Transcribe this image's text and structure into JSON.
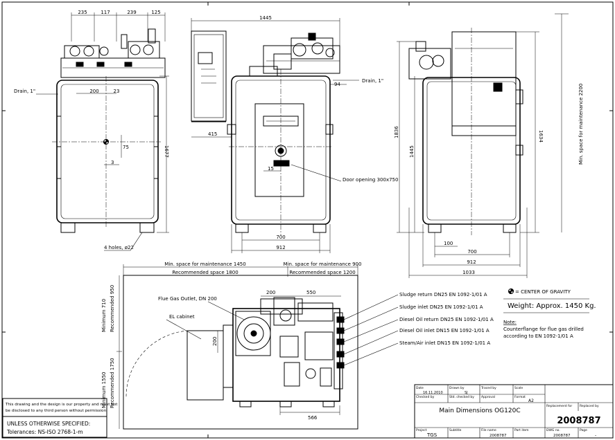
{
  "dimensions": {
    "top_a": "235",
    "top_b": "117",
    "top_c": "239",
    "top_d": "125",
    "front_width": "1445",
    "left_200": "200",
    "left_23": "23",
    "left_75": "75",
    "left_3": "3",
    "left_height": "1677",
    "front_415": "415",
    "front_94": "94",
    "front_15": "15",
    "front_700": "700",
    "front_912": "912",
    "side_1836": "1836",
    "side_1445": "1445",
    "side_1634": "1634",
    "side_100": "100",
    "side_700": "700",
    "side_912": "912",
    "side_1033": "1033",
    "plan_200_top": "200",
    "plan_550": "550",
    "plan_200_side": "200",
    "plan_566": "566"
  },
  "labels": {
    "drain_left": "Drain, 1\"",
    "drain_front": "Drain, 1\"",
    "holes": "4 holes, ø22",
    "door_opening": "Door opening 300x750",
    "maint_vertical": "Min. space for maintenance 2200",
    "maint_1450": "Min. space for maintenance 1450",
    "recommended_1800": "Recommended space 1800",
    "maint_900": "Min. space for maintenance 900",
    "recommended_1200": "Recommended space 1200",
    "minimum_710": "Minimum 710",
    "recommended_950": "Recommended 950",
    "minimum_1550": "Minimum 1550",
    "recommended_1750": "Recommended 1750",
    "flue_gas_outlet": "Flue Gas Outlet, DN 200",
    "el_cabinet": "EL cabinet"
  },
  "connections": [
    "Sludge return DN25 EN 1092-1/01 A",
    "Sludge inlet DN25 EN 1092-1/01 A",
    "Diesel Oil return DN25 EN 1092-1/01 A",
    "Diesel Oil inlet DN15 EN 1092-1/01 A",
    "Steam/Air inlet DN15 EN 1092-1/01 A"
  ],
  "legend": {
    "center_of_gravity": "= CENTER OF GRAVITY",
    "weight": "Weight: Approx. 1450 Kg.",
    "note_title": "Note:",
    "note_line1": "Counterflange for flue gas drilled",
    "note_line2": "according to EN 1092-1/01 A"
  },
  "disclaimer": {
    "line1": "This drawing and the design is our property and must not",
    "line2": "be disclosed to any third person without permission."
  },
  "tolerances": {
    "line1": "UNLESS OTHERWISE SPECIFIED:",
    "line2": "Tolerances: NS-ISO 2768-1-m"
  },
  "title_block": {
    "date_label": "Date",
    "date_value": "16.11.2010",
    "drawn_label": "Drawn by",
    "drawn_value": "SJ",
    "traced_label": "Traced by",
    "scale_label": "Scale",
    "checked_label": "Checked by",
    "std_label": "Std. checked by",
    "approval_label": "Approval",
    "format_label": "Format",
    "format_value": "A2",
    "replacement_for": "Replacement for",
    "replaced_by": "Replaced by",
    "title": "Main Dimensions OG120C",
    "drawing_number": "2008787",
    "project_label": "Project",
    "project_value": "TGS",
    "subtitle_label": "Subtitle",
    "filename_label": "File name",
    "filename_value": "2008787",
    "part_label": "Part item",
    "dwgno_label": "DWG no.",
    "dwgno_value": "2008787",
    "page_label": "Page",
    "page_value": "-"
  }
}
